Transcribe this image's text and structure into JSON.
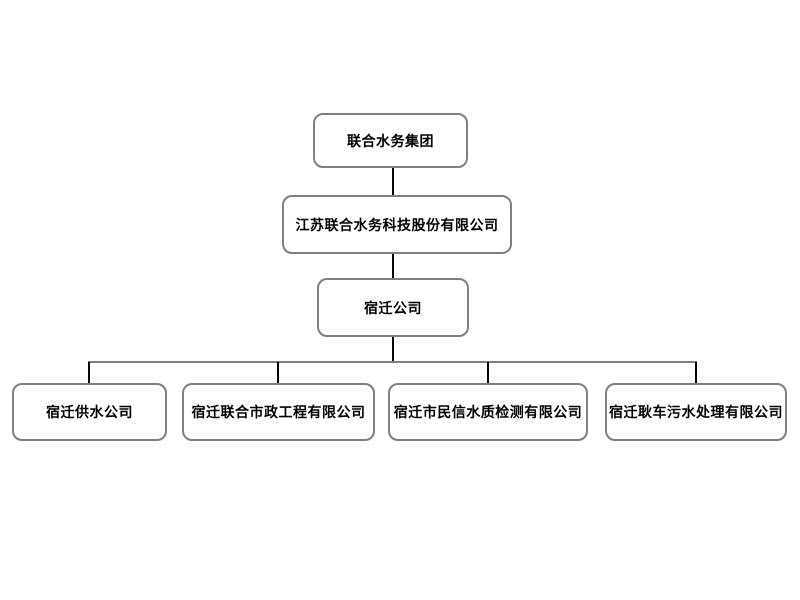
{
  "page": {
    "background": "#ffffff"
  },
  "diagram": {
    "type": "org-chart",
    "nodes": {
      "group": "联合水务集团",
      "parent_company": "江苏联合水务科技股份有限公司",
      "branch": "宿迁公司",
      "subsidiaries": [
        "宿迁供水公司",
        "宿迁联合市政工程有限公司",
        "宿迁市民信水质检测有限公司",
        "宿迁耿车污水处理有限公司"
      ]
    },
    "edges": [
      [
        "group",
        "parent_company"
      ],
      [
        "parent_company",
        "branch"
      ],
      [
        "branch",
        "subsidiaries.0"
      ],
      [
        "branch",
        "subsidiaries.1"
      ],
      [
        "branch",
        "subsidiaries.2"
      ],
      [
        "branch",
        "subsidiaries.3"
      ]
    ],
    "colors": {
      "node_fill": "#ffffff",
      "node_border": "#808080",
      "connector_line": "#000000",
      "rail_line": "#808080",
      "text": "#000000"
    }
  }
}
